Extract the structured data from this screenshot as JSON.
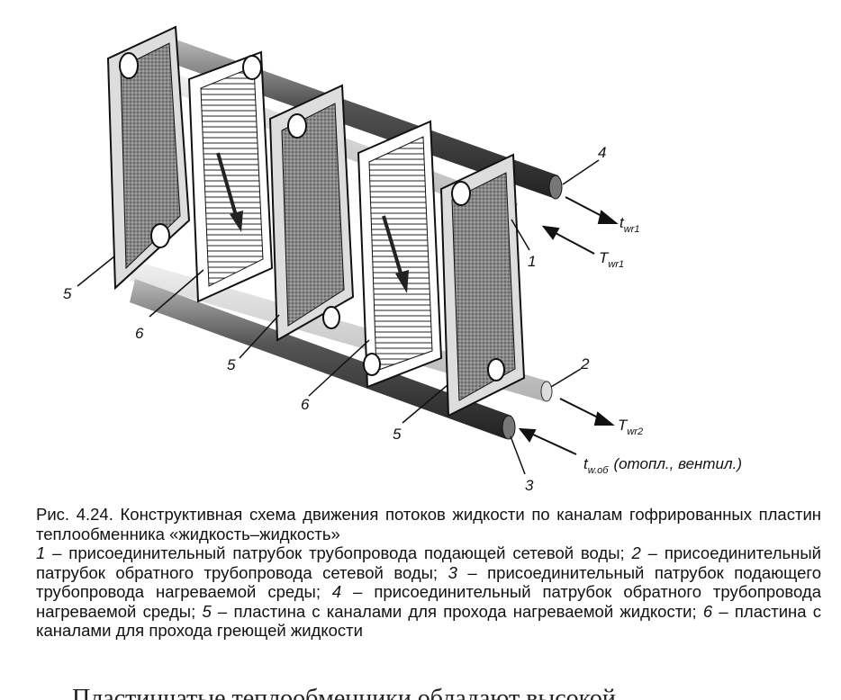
{
  "figure": {
    "labels": {
      "l1": "1",
      "l2": "2",
      "l3": "3",
      "l4": "4",
      "l5a": "5",
      "l5b": "5",
      "l5c": "5",
      "l6a": "6",
      "l6b": "6"
    },
    "flows": {
      "t_wr1": {
        "main": "t",
        "sub": "wr1"
      },
      "T_wr1": {
        "main": "T",
        "sub": "wr1"
      },
      "T_wr2": {
        "main": "T",
        "sub": "wr2"
      },
      "t_wob": {
        "main": "t",
        "sub": "w.об",
        "note": "(отопл., вентил.)"
      }
    }
  },
  "caption": {
    "title": "Рис. 4.24. Конструктивная схема движения потоков жидкости по каналам гофрированных пластин теплообменника «жидкость–жидкость»",
    "legend": [
      {
        "num": "1",
        "text": "присоединительный патрубок трубопровода подающей сетевой воды;"
      },
      {
        "num": "2",
        "text": "присоединительный патрубок обратного трубопровода сетевой воды;"
      },
      {
        "num": "3",
        "text": "присоединительный патрубок подающего трубопровода нагреваемой среды;"
      },
      {
        "num": "4",
        "text": "присоединительный патрубок обратного трубопровода нагреваемой среды;"
      },
      {
        "num": "5",
        "text": "пластина с каналами для прохода нагреваемой жидкости;"
      },
      {
        "num": "6",
        "text": "пластина с каналами для прохода греющей жидкости"
      }
    ]
  },
  "next_text": "Пластинчатые теплообменники обладают высокой"
}
